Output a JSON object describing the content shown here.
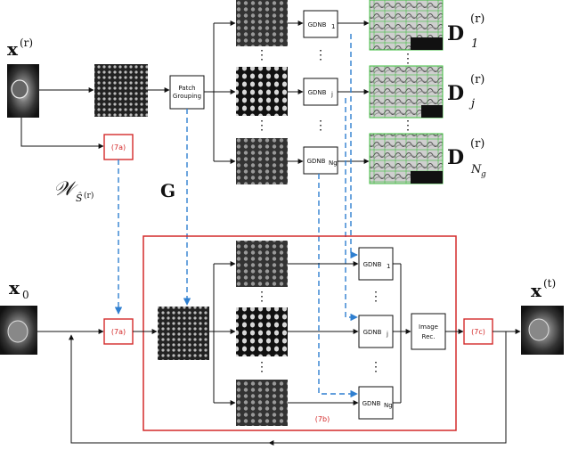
{
  "labels": {
    "x_ref": "x",
    "x_ref_sup": "(r)",
    "x0": "x",
    "x0_sub": "0",
    "x_t": "x",
    "x_t_sup": "(t)",
    "W": "𝒲",
    "W_sub": "Ŝ",
    "W_sub2": "(r)",
    "G": "G",
    "D1": "D",
    "D1_sub": "1",
    "D1_sup": "(r)",
    "Dj": "D",
    "Dj_sub": "j",
    "Dj_sup": "(r)",
    "DN": "D",
    "DN_sub": "N",
    "DN_sub2": "g",
    "DN_sup": "(r)"
  },
  "boxes": {
    "patch_grouping_1": "Patch",
    "patch_grouping_2": "Grouping",
    "gdnb_top_1": "GDNB",
    "gdnb_top_1_sub": "1",
    "gdnb_top_j": "GDNB",
    "gdnb_top_j_sub": "j",
    "gdnb_top_n": "GDNB",
    "gdnb_top_n_sub": "Ng",
    "gdnb_bot_1": "GDNB",
    "gdnb_bot_1_sub": "1",
    "gdnb_bot_j": "GDNB",
    "gdnb_bot_j_sub": "j",
    "gdnb_bot_n": "GDNB",
    "gdnb_bot_n_sub": "Ng",
    "image_rec_1": "Image",
    "image_rec_2": "Rec.",
    "step_7a_top": "(7a)",
    "step_7a_bot": "(7a)",
    "step_7b": "(7b)",
    "step_7c": "(7c)"
  },
  "colors": {
    "red": "#d42a2a",
    "blue_dashed": "#2f7fd0",
    "green_frame": "#3fbf3f",
    "arrow": "#111111"
  }
}
